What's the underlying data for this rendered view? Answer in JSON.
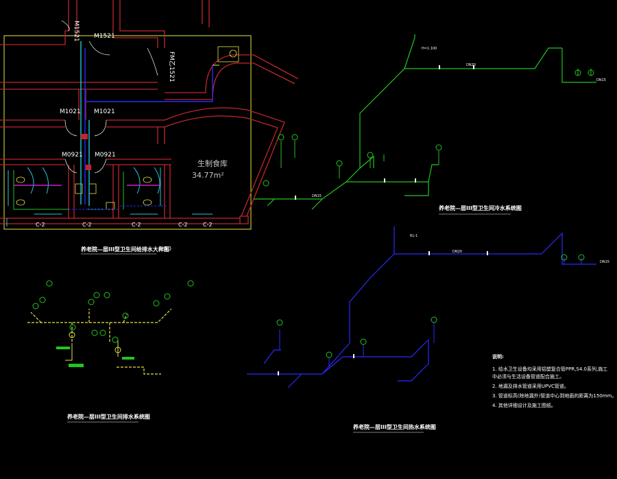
{
  "plan": {
    "doors": {
      "m1521": "M1521",
      "m1521_v": "M1521",
      "fm1521": "FM乙1521",
      "m1021_a": "M1021",
      "m1021_b": "M1021",
      "m0921_a": "M0921",
      "m0921_b": "M0921"
    },
    "room_name": "生制食库",
    "room_area": "34.77m²",
    "bottom_labels": [
      "C-2",
      "C-2",
      "C-2",
      "C-2",
      "C-2"
    ],
    "title": "养老院—层III型卫生间给排水大样图",
    "scale": "1:50"
  },
  "titles": {
    "cold_water": "养老院—层III型卫生间冷水系统图",
    "drainage": "养老院—层III型卫生间排水系统图",
    "hot_water": "养老院—层III型卫生间热水系统图"
  },
  "notes": {
    "heading": "说明:",
    "items": [
      "1. 给水卫生设备均采用铝塑复合管PPR,S4.0系列,施工",
      "   中必须与生活设备管道配合施工。",
      "2. 地漏及排水管道采用UPVC管道。",
      "3. 管道标高(除地漏外)管道中心到地面的距离为150mm。",
      "4. 其他详细设计及施工图纸。"
    ]
  },
  "colors": {
    "wall": "#c0272d",
    "frame": "#e6e64a",
    "cold": "#22c522",
    "hot": "#2a2aff",
    "drain": "#e6e64a",
    "cyan": "#21c8d8",
    "magenta": "#d01fd0"
  }
}
